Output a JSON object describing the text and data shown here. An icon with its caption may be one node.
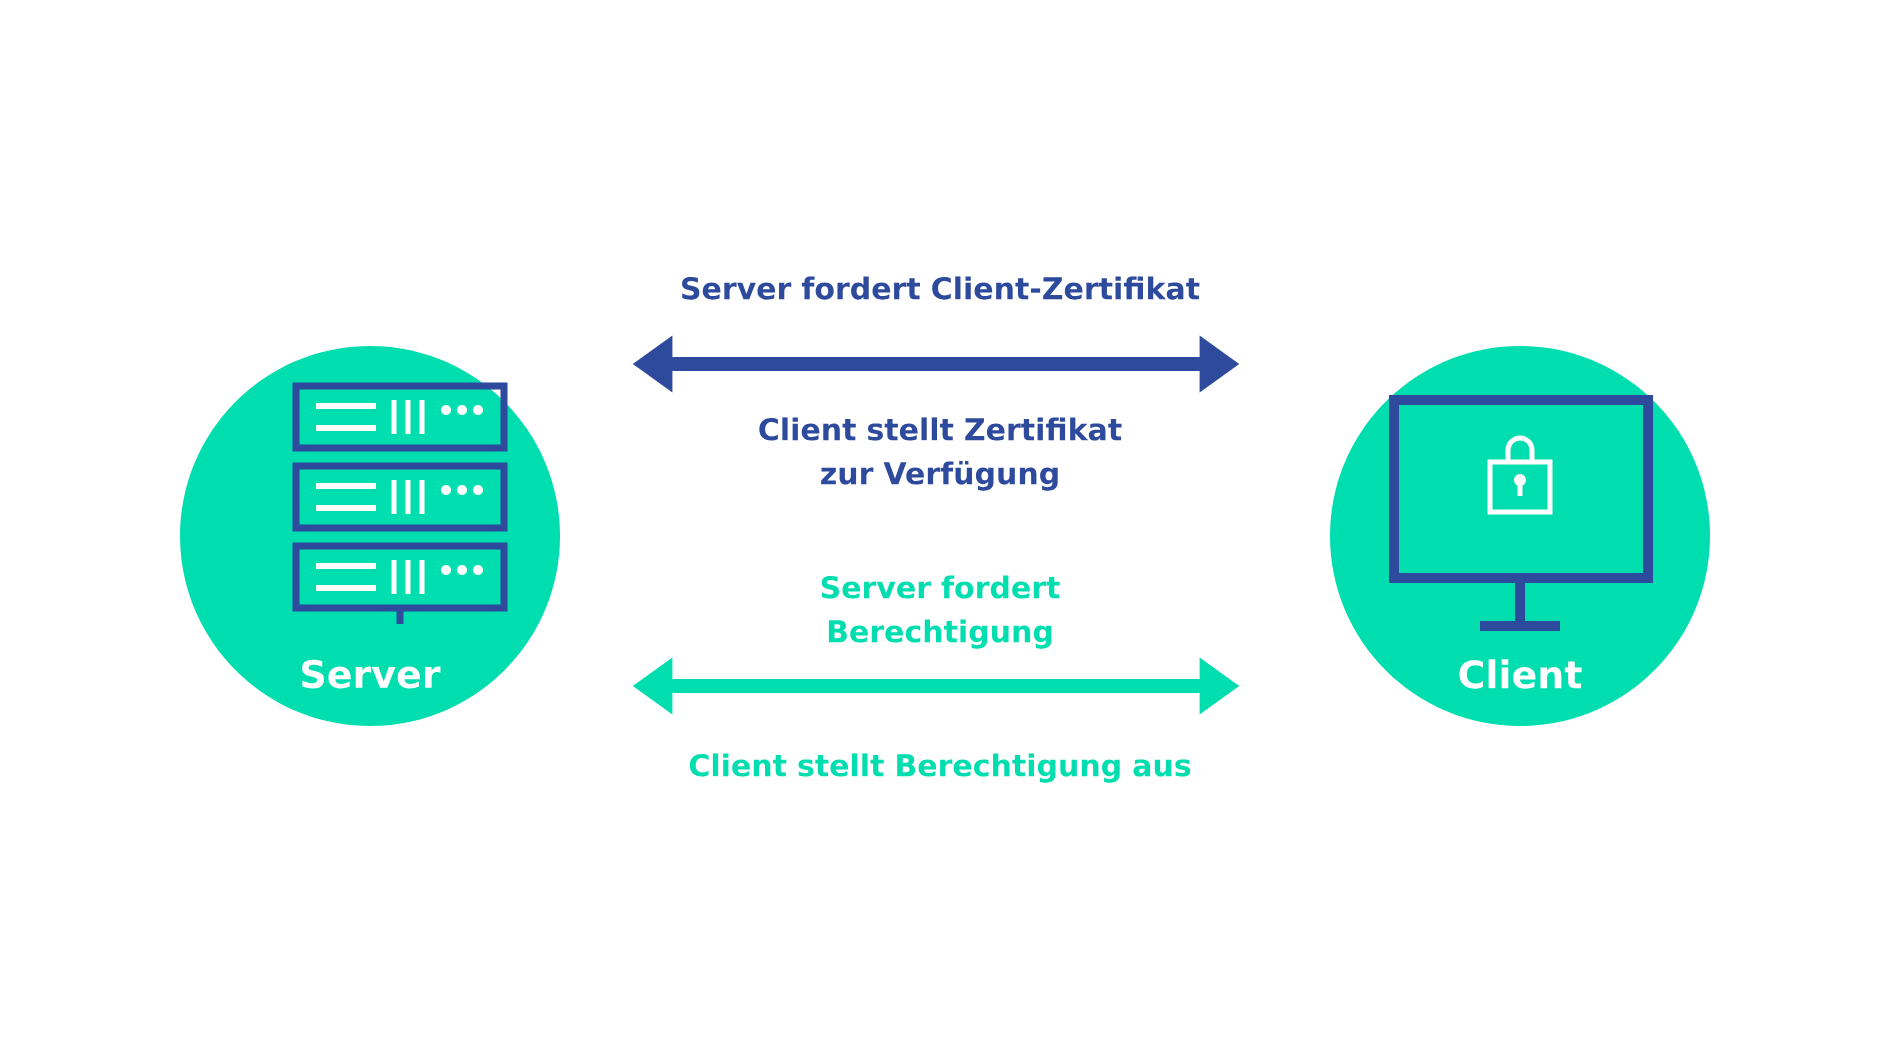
{
  "diagram": {
    "nodes": [
      {
        "text": [
          "Server"
        ]
      },
      {
        "text": [
          "Client"
        ]
      }
    ],
    "edges": [
      {
        "from": 0,
        "to": 1,
        "arrow": "both",
        "label": "Server fordert Client-Zertifikat",
        "color": "#2d4a9c"
      },
      {
        "from": 0,
        "to": 1,
        "arrow": "both",
        "label": "Server fordert Berechtigung",
        "color": "#00deb0"
      }
    ],
    "labels": [
      "Client stellt Zertifikat zur Verfügung",
      "Client stellt Berechtigung aus"
    ]
  }
}
